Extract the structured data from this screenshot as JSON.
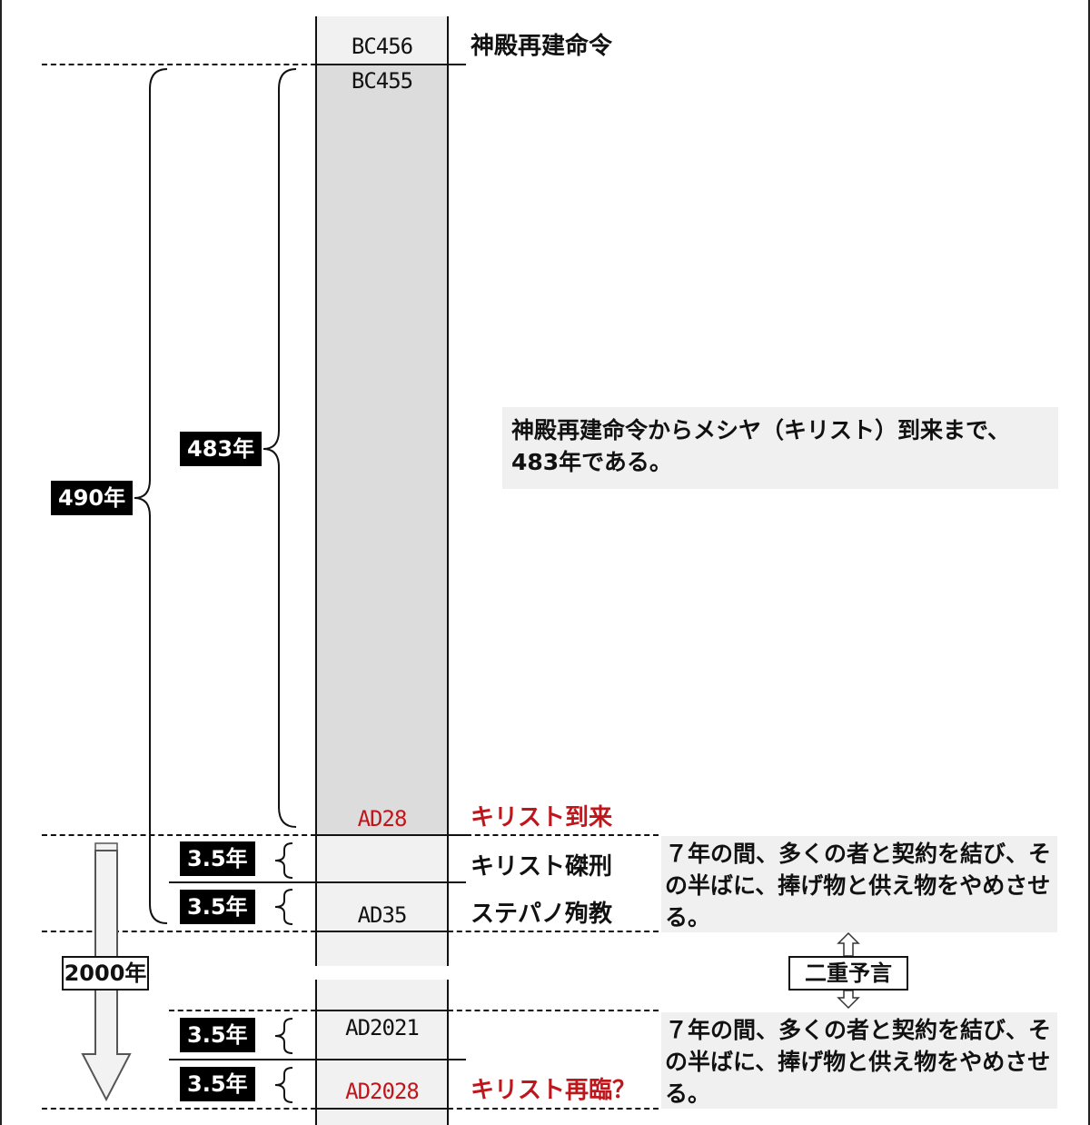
{
  "timeline": {
    "years": {
      "bc456": "BC456",
      "bc455": "BC455",
      "ad28": "AD28",
      "ad35": "AD35",
      "ad2021": "AD2021",
      "ad2028": "AD2028"
    },
    "events": {
      "decree": "神殿再建命令",
      "advent": "キリスト到来",
      "crucifixion": "キリスト磔刑",
      "stephen": "ステパノ殉教",
      "second_coming": "キリスト再臨？"
    },
    "spans": {
      "total": "490年",
      "first": "483年",
      "half_a": "3.5年",
      "half_b": "3.5年",
      "half_c": "3.5年",
      "half_d": "3.5年",
      "gap": "2000年"
    },
    "notes": {
      "summary": "神殿再建命令からメシヤ（キリスト）到来まで、483年である。",
      "covenant_1": "７年の間、多くの者と契約を結び、その半ばに、捧げ物と供え物をやめさせる。",
      "covenant_2": "７年の間、多くの者と契約を結び、その半ばに、捧げ物と供え物をやめさせる。",
      "double": "二重予言"
    },
    "colors": {
      "highlight": "#c0161b",
      "column": "#dcdcdc",
      "column_light": "#f1f1f1",
      "note_bg": "#f0f0f0"
    }
  }
}
